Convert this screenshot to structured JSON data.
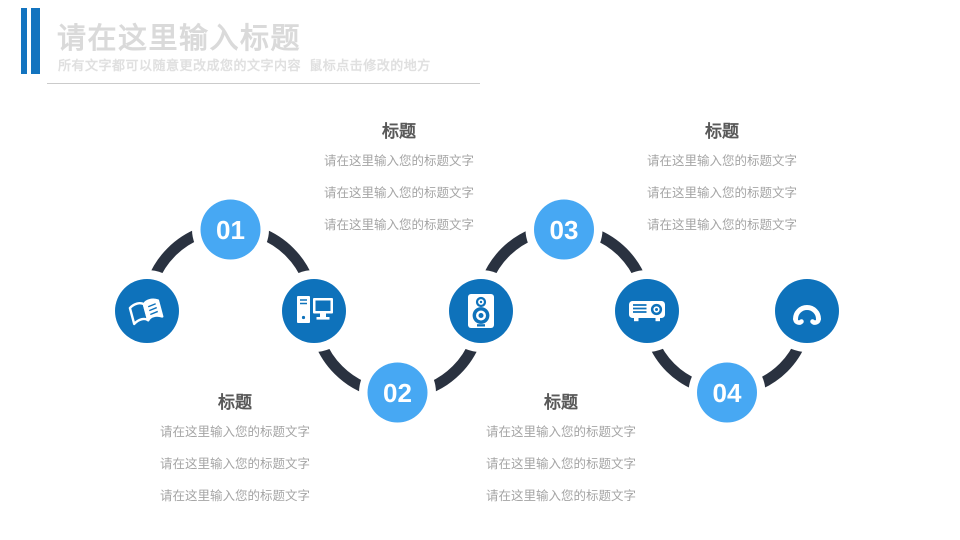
{
  "header": {
    "title": "请在这里输入标题",
    "subtitle": "所有文字都可以随意更改成您的文字内容  鼠标点击修改的地方"
  },
  "diagram": {
    "numbers": [
      "01",
      "02",
      "03",
      "04"
    ],
    "icons": [
      "open-book",
      "desktop-computer",
      "speaker",
      "projector",
      "headphones"
    ]
  },
  "text_blocks": [
    {
      "position": "top-left",
      "title": "标题",
      "lines": [
        "请在这里输入您的标题文字",
        "请在这里输入您的标题文字",
        "请在这里输入您的标题文字"
      ]
    },
    {
      "position": "top-right",
      "title": "标题",
      "lines": [
        "请在这里输入您的标题文字",
        "请在这里输入您的标题文字",
        "请在这里输入您的标题文字"
      ]
    },
    {
      "position": "bottom-left",
      "title": "标题",
      "lines": [
        "请在这里输入您的标题文字",
        "请在这里输入您的标题文字",
        "请在这里输入您的标题文字"
      ]
    },
    {
      "position": "bottom-middle",
      "title": "标题",
      "lines": [
        "请在这里输入您的标题文字",
        "请在这里输入您的标题文字",
        "请在这里输入您的标题文字"
      ]
    }
  ],
  "colors": {
    "number_circle_blue": "#47A8F3",
    "icon_circle_blue": "#0E72BB",
    "wave_line_navy": "#2A3240",
    "header_bar_blue": "#1374BF",
    "ghost_title_gray": "#DADADA",
    "heading_text_gray": "#595959",
    "placeholder_text_gray": "#A5A5A5"
  }
}
